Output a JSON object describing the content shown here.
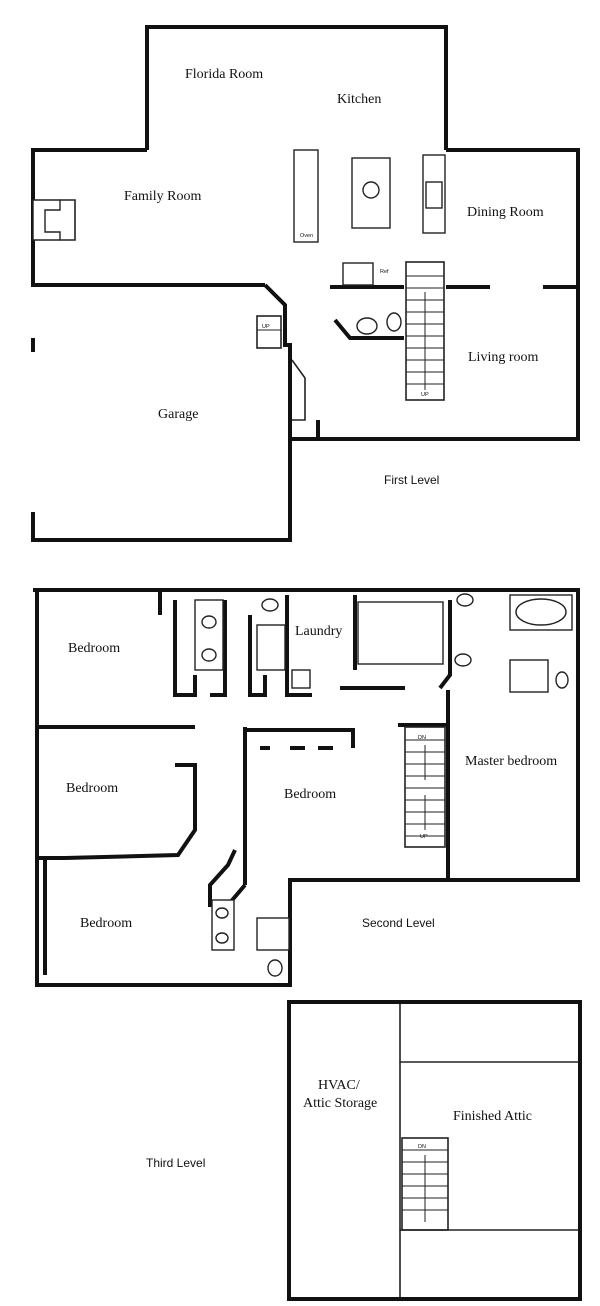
{
  "levels": {
    "first": {
      "label": "First Level",
      "rooms": {
        "florida_room": "Florida Room",
        "kitchen": "Kitchen",
        "family_room": "Family Room",
        "dining_room": "Dining Room",
        "living_room": "Living room",
        "garage": "Garage"
      },
      "marks": {
        "oven": "Oven",
        "ref": "Ref",
        "stairs_up": "UP",
        "garage_up": "UP"
      }
    },
    "second": {
      "label": "Second Level",
      "rooms": {
        "bedroom_top_left": "Bedroom",
        "laundry": "Laundry",
        "master_bedroom": "Master bedroom",
        "bedroom_mid_left": "Bedroom",
        "bedroom_center": "Bedroom",
        "bedroom_bottom_left": "Bedroom"
      },
      "marks": {
        "stairs_down": "DN",
        "stairs_up": "UP"
      }
    },
    "third": {
      "label": "Third Level",
      "rooms": {
        "hvac_line1": "HVAC/",
        "hvac_line2": "Attic Storage",
        "finished_attic": "Finished Attic"
      },
      "marks": {
        "stairs_down": "DN"
      }
    }
  }
}
